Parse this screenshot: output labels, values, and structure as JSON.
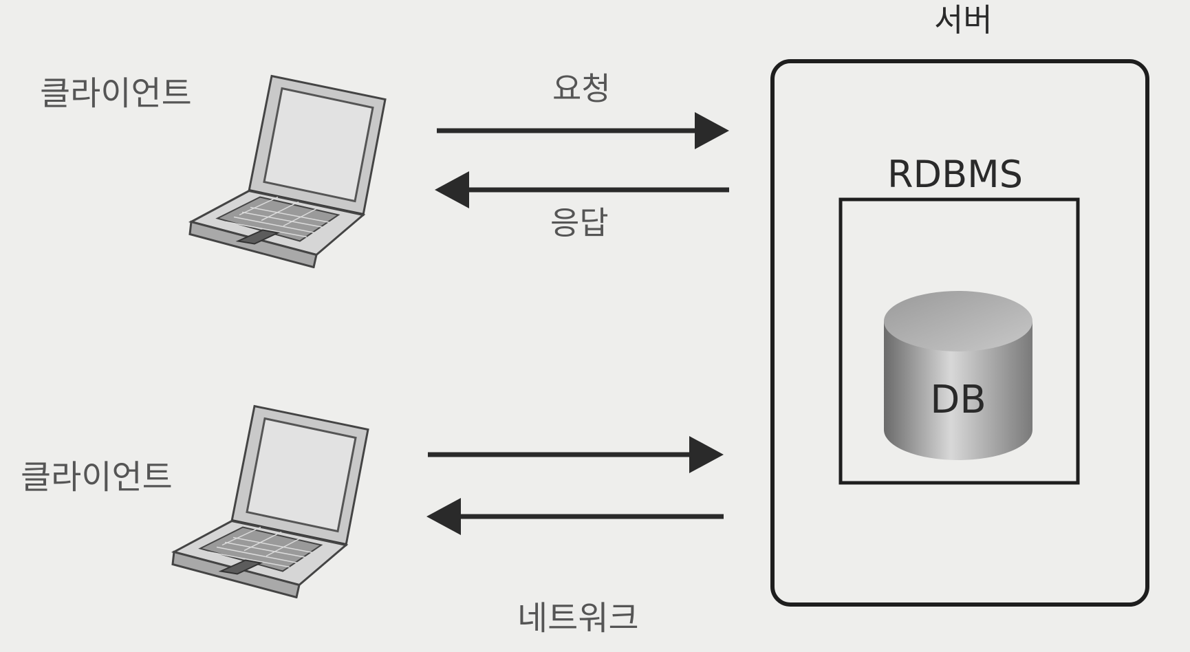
{
  "diagram": {
    "server_label": "서버",
    "rdbms_label": "RDBMS",
    "db_label": "DB",
    "request_label": "요청",
    "response_label": "응답",
    "network_label": "네트워크",
    "clients": [
      {
        "label": "클라이언트",
        "icon": "laptop-icon"
      },
      {
        "label": "클라이언트",
        "icon": "laptop-icon"
      }
    ],
    "icons": {
      "database": "database-cylinder-icon",
      "client": "laptop-icon"
    },
    "colors": {
      "background": "#eeeeec",
      "line": "#2a2a2a",
      "db_dark": "#6a6a6a",
      "db_light": "#d8d8d8"
    }
  }
}
